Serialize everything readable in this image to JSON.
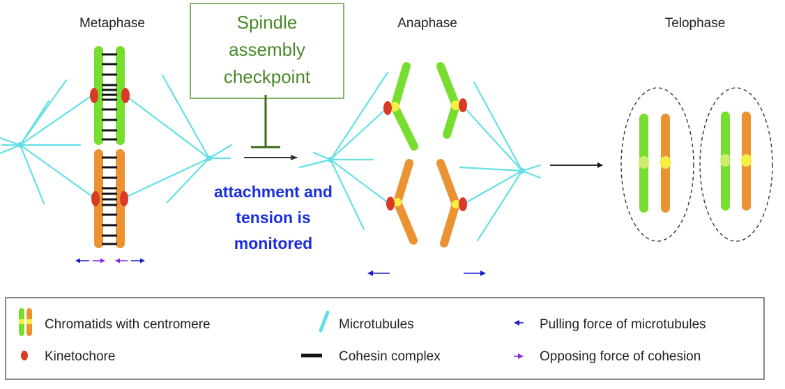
{
  "phases": {
    "metaphase": "Metaphase",
    "anaphase": "Anaphase",
    "telophase": "Telophase"
  },
  "checkpoint": {
    "line1": "Spindle",
    "line2": "assembly",
    "line3": "checkpoint"
  },
  "monitoring": {
    "line1": "attachment and",
    "line2": "tension is",
    "line3": "monitored"
  },
  "legend": {
    "chromatids": "Chromatids with centromere",
    "kinetochore": "Kinetochore",
    "microtubules": "Microtubules",
    "cohesin": "Cohesin complex",
    "pulling": "Pulling force of microtubules",
    "opposing": "Opposing force of cohesion"
  },
  "colors": {
    "green_chromatid": "#77dd2f",
    "orange_chromatid": "#eb9333",
    "centromere": "#f6f045",
    "kinetochore": "#d93a25",
    "microtubule": "#63e0e6",
    "cohesin": "#111111",
    "pulling_arrow": "#1a1acc",
    "opposing_arrow": "#8a2be2",
    "checkpoint_text": "#4a8a2a",
    "monitor_text": "#1a2ee0"
  }
}
